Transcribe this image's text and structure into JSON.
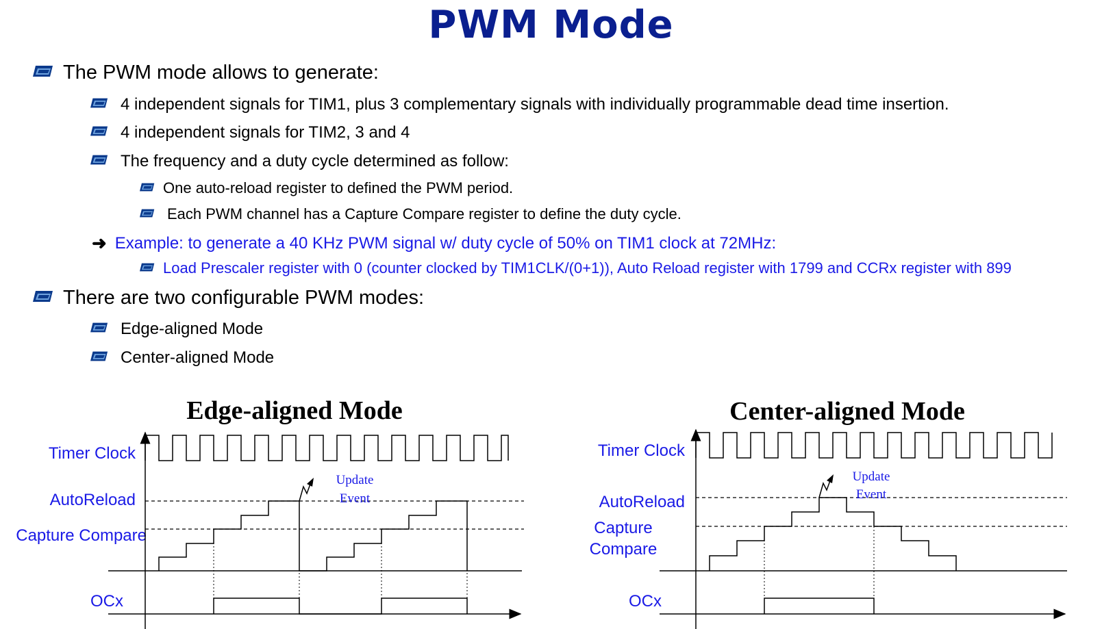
{
  "title": "PWM Mode",
  "bullets": {
    "b1": "The PWM mode allows to generate:",
    "b1_1": "4 independent signals for TIM1, plus 3 complementary signals with individually programmable dead time insertion.",
    "b1_2": "4 independent signals for TIM2, 3 and 4",
    "b1_3": "The frequency and a duty cycle determined as follow:",
    "b1_3_1": "One auto-reload register to defined the PWM period.",
    "b1_3_2": "Each PWM channel has a Capture Compare register to define the duty cycle.",
    "example": "Example: to generate a 40 KHz PWM signal w/ duty cycle of 50% on TIM1 clock at 72MHz:",
    "example_1": "Load Prescaler register with 0 (counter clocked by TIM1CLK/(0+1)), Auto Reload register with 1799 and CCRx register with 899",
    "b2": "There are two configurable PWM modes:",
    "b2_1": "Edge-aligned Mode",
    "b2_2": "Center-aligned Mode"
  },
  "edge": {
    "title": "Edge-aligned Mode",
    "timer_clock": "Timer Clock",
    "autoreload": "AutoReload",
    "capture_compare": "Capture Compare",
    "ocx": "OCx",
    "update_1": "Update",
    "update_2": "Event"
  },
  "center": {
    "title": "Center-aligned Mode",
    "timer_clock": "Timer Clock",
    "autoreload": "AutoReload",
    "capture_1": "Capture",
    "capture_2": "Compare",
    "ocx": "OCx",
    "update_1": "Update",
    "update_2": "Event"
  },
  "colors": {
    "title": "#0a1f8f",
    "accent": "#1a1ae6",
    "bullet": "#0b3a8c"
  },
  "icons": {
    "bullet": "folder-bullet-icon",
    "arrow": "right-arrow-icon"
  }
}
